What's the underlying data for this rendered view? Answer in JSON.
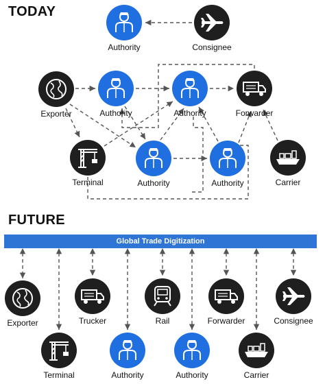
{
  "sections": {
    "today_title": "TODAY",
    "future_title": "FUTURE"
  },
  "banner": {
    "label": "Global Trade Digitization",
    "color": "#2e75d6"
  },
  "colors": {
    "authority_fill": "#1f6fe0",
    "party_fill": "#1f1f1f",
    "connector": "#555555",
    "banner": "#2e75d6"
  },
  "today": {
    "nodes": [
      {
        "id": "t-authority-top",
        "label": "Authority",
        "icon": "person-icon",
        "role": "authority"
      },
      {
        "id": "t-consignee",
        "label": "Consignee",
        "icon": "airplane-icon",
        "role": "party"
      },
      {
        "id": "t-exporter",
        "label": "Exporter",
        "icon": "globe-icon",
        "role": "party"
      },
      {
        "id": "t-authority-1",
        "label": "Authority",
        "icon": "person-icon",
        "role": "authority"
      },
      {
        "id": "t-authority-2",
        "label": "Authority",
        "icon": "person-icon",
        "role": "authority"
      },
      {
        "id": "t-forwarder",
        "label": "Forwarder",
        "icon": "truck-icon",
        "role": "party"
      },
      {
        "id": "t-terminal",
        "label": "Terminal",
        "icon": "crane-icon",
        "role": "party"
      },
      {
        "id": "t-authority-3",
        "label": "Authority",
        "icon": "person-icon",
        "role": "authority"
      },
      {
        "id": "t-authority-4",
        "label": "Authority",
        "icon": "person-icon",
        "role": "authority"
      },
      {
        "id": "t-carrier",
        "label": "Carrier",
        "icon": "ship-icon",
        "role": "party"
      }
    ]
  },
  "future": {
    "nodes": [
      {
        "id": "f-exporter",
        "label": "Exporter",
        "icon": "globe-icon",
        "role": "party"
      },
      {
        "id": "f-terminal",
        "label": "Terminal",
        "icon": "crane-icon",
        "role": "party"
      },
      {
        "id": "f-trucker",
        "label": "Trucker",
        "icon": "truck-icon",
        "role": "party"
      },
      {
        "id": "f-authority-1",
        "label": "Authority",
        "icon": "person-icon",
        "role": "authority"
      },
      {
        "id": "f-rail",
        "label": "Rail",
        "icon": "train-icon",
        "role": "party"
      },
      {
        "id": "f-authority-2",
        "label": "Authority",
        "icon": "person-icon",
        "role": "authority"
      },
      {
        "id": "f-forwarder",
        "label": "Forwarder",
        "icon": "truck-icon",
        "role": "party"
      },
      {
        "id": "f-carrier",
        "label": "Carrier",
        "icon": "ship-icon",
        "role": "party"
      },
      {
        "id": "f-consignee",
        "label": "Consignee",
        "icon": "airplane-icon",
        "role": "party"
      }
    ]
  }
}
